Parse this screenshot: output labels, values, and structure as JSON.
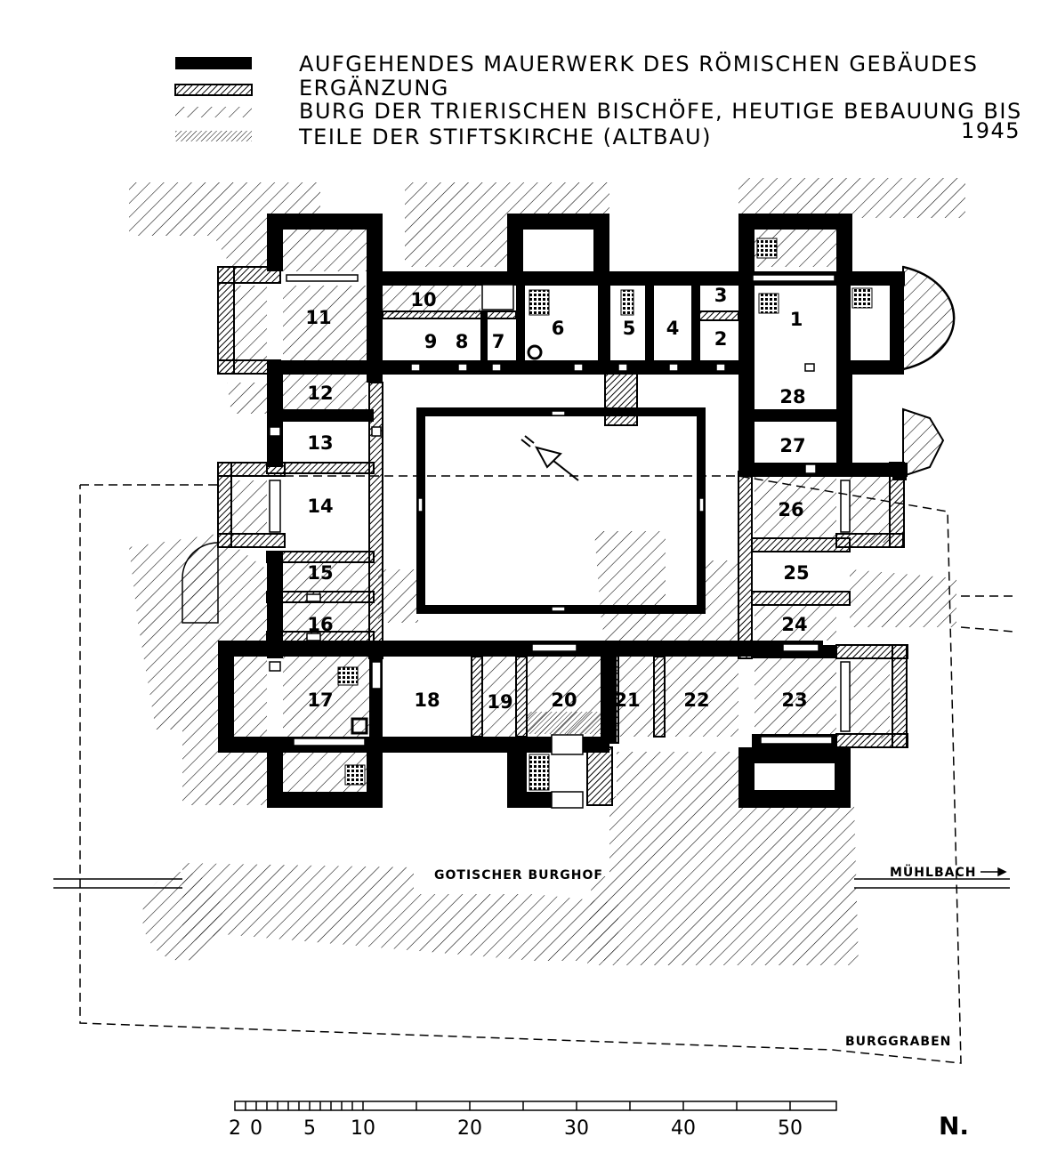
{
  "legend": [
    {
      "key": "roman",
      "label": "AUFGEHENDES MAUERWERK DES RÖMISCHEN GEBÄUDES"
    },
    {
      "key": "erganzung",
      "label": "ERGÄNZUNG"
    },
    {
      "key": "burg",
      "label": "BURG DER TRIERISCHEN BISCHÖFE, HEUTIGE BEBAUUNG BIS"
    },
    {
      "key": "stift",
      "label": "TEILE DER STIFTSKIRCHE (ALTBAU)"
    }
  ],
  "legend_year": "1945",
  "rooms": [
    "1",
    "2",
    "3",
    "4",
    "5",
    "6",
    "7",
    "8",
    "9",
    "10",
    "11",
    "12",
    "13",
    "14",
    "15",
    "16",
    "17",
    "18",
    "19",
    "20",
    "21",
    "22",
    "23",
    "24",
    "25",
    "26",
    "27",
    "28"
  ],
  "labels": {
    "hof": "GOTISCHER BURGHOF",
    "bach": "MÜHLBACH",
    "graben": "BURGGRABEN",
    "north": "N."
  },
  "scale": {
    "ticks": [
      "2",
      "0",
      "5",
      "10",
      "20",
      "30",
      "40",
      "50"
    ]
  },
  "colors": {
    "wall": "#000000",
    "hatch": "#000000",
    "background": "#ffffff"
  }
}
